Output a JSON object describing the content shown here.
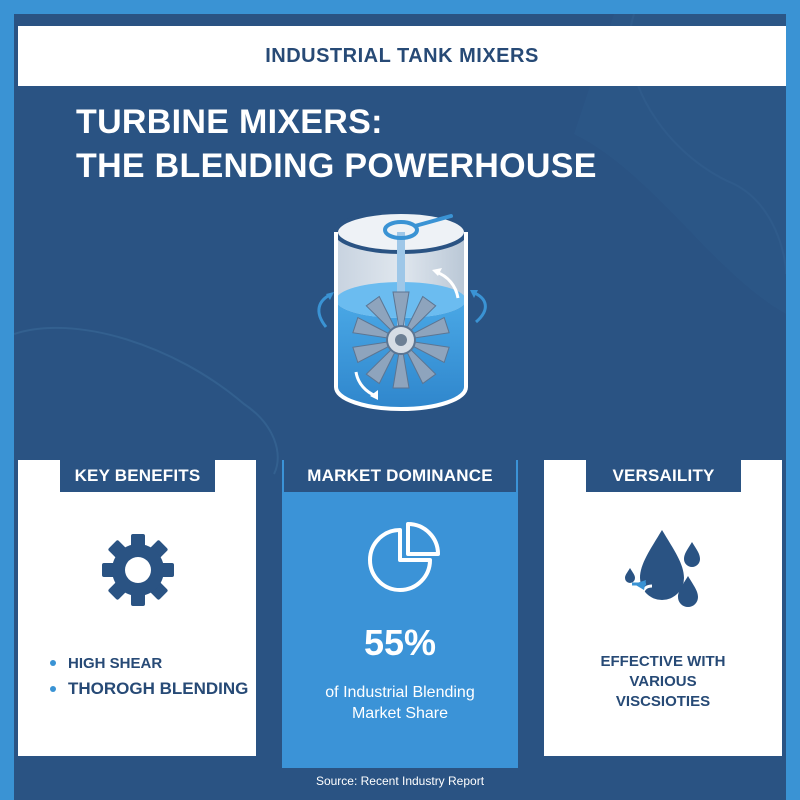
{
  "header": {
    "title": "INDUSTRIAL TANK MIXERS"
  },
  "hero": {
    "title_line1": "TURBINE MIXERS:",
    "title_line2": "THE BLENDING POWERHOUSE",
    "icon": "turbine-tank-icon"
  },
  "cards": [
    {
      "title": "KEY BENEFITS",
      "icon": "gear-icon",
      "bullets": [
        "HIGH SHEAR",
        "THOROGH BLENDING"
      ]
    },
    {
      "title": "MARKET DOMINANCE",
      "icon": "pie-chart-icon",
      "value": "55%",
      "caption_line1": "of Industrial Blending",
      "caption_line2": "Market Share"
    },
    {
      "title": "VERSAILITY",
      "icon": "droplets-icon",
      "text_line1": "EFFECTIVE WITH",
      "text_line2": "VARIOUS",
      "text_line3": "VISCSIOTIES"
    }
  ],
  "footer": {
    "source": "Source: Recent Industry Report"
  },
  "colors": {
    "background": "#3a93d4",
    "panel": "#2a5383",
    "accent": "#3b93d7",
    "text_dark": "#274a76"
  }
}
